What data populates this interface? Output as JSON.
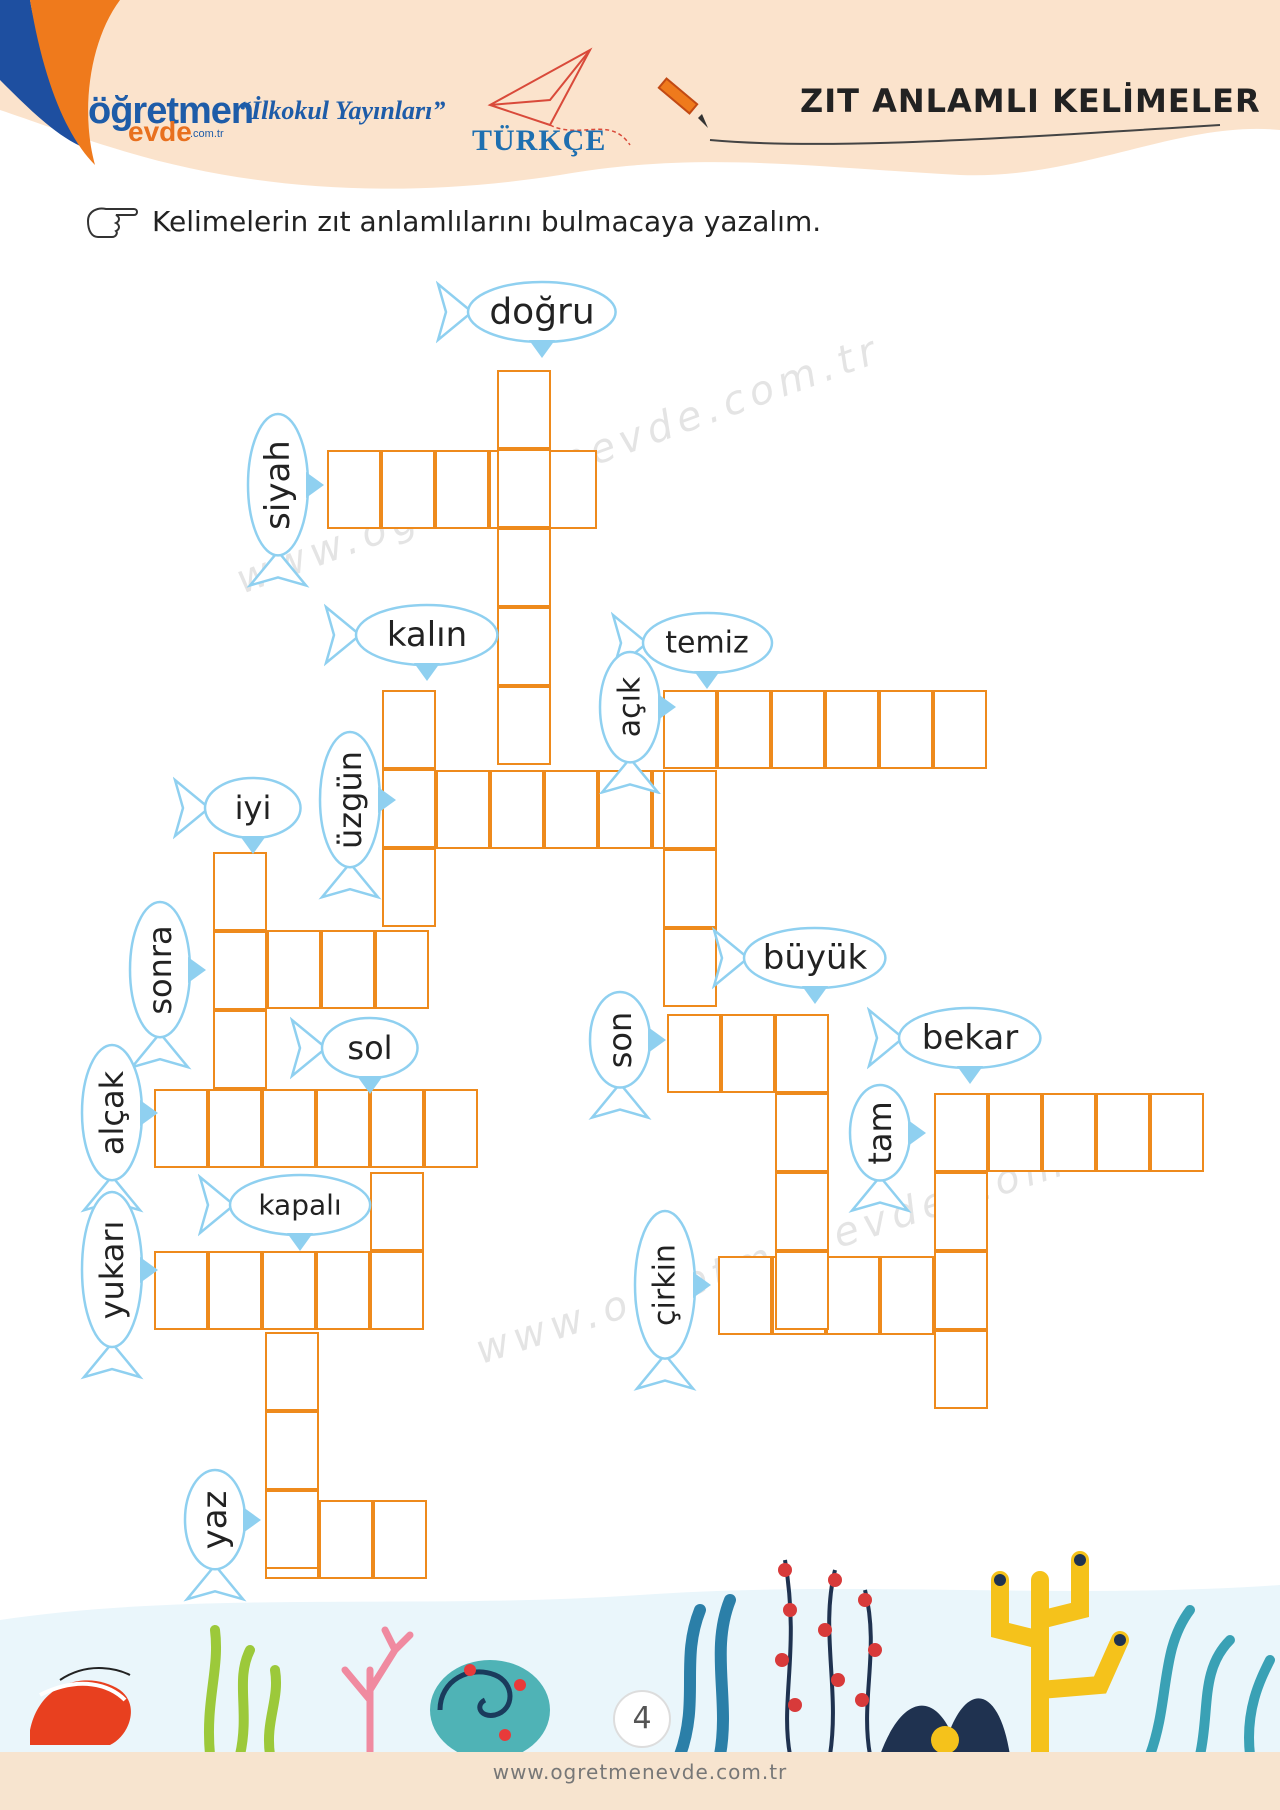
{
  "header": {
    "logo": {
      "brand_main": "öğretmen",
      "brand_sub": "evde",
      "brand_domain": ".com.tr"
    },
    "publisher": "“İlkokul Yayınları”",
    "subject": "TÜRKÇE",
    "topic": "ZIT ANLAMLI KELİMELER"
  },
  "instruction": "Kelimelerin zıt anlamlılarını bulmacaya yazalım.",
  "watermark": "www.ogretmenevde.com.tr",
  "clues": {
    "dogru": "doğru",
    "siyah": "siyah",
    "kalin": "kalın",
    "temiz": "temiz",
    "acik": "açık",
    "iyi": "iyi",
    "uzgun": "üzgün",
    "sonra": "sonra",
    "sol": "sol",
    "alcak": "alçak",
    "kapali": "kapalı",
    "yukari": "yukarı",
    "yaz": "yaz",
    "son": "son",
    "buyuk": "büyük",
    "bekar": "bekar",
    "tam": "tam",
    "cirkin": "çirkin"
  },
  "page_number": "4",
  "footer_url": "www.ogretmenevde.com.tr",
  "colors": {
    "grid": "#ee8a1c",
    "fish_fill": "#ffffff",
    "fish_stroke": "#8fd0f0",
    "header_band": "#fbe3cc",
    "brand_blue": "#1e5ca8",
    "brand_orange": "#e8701f"
  }
}
